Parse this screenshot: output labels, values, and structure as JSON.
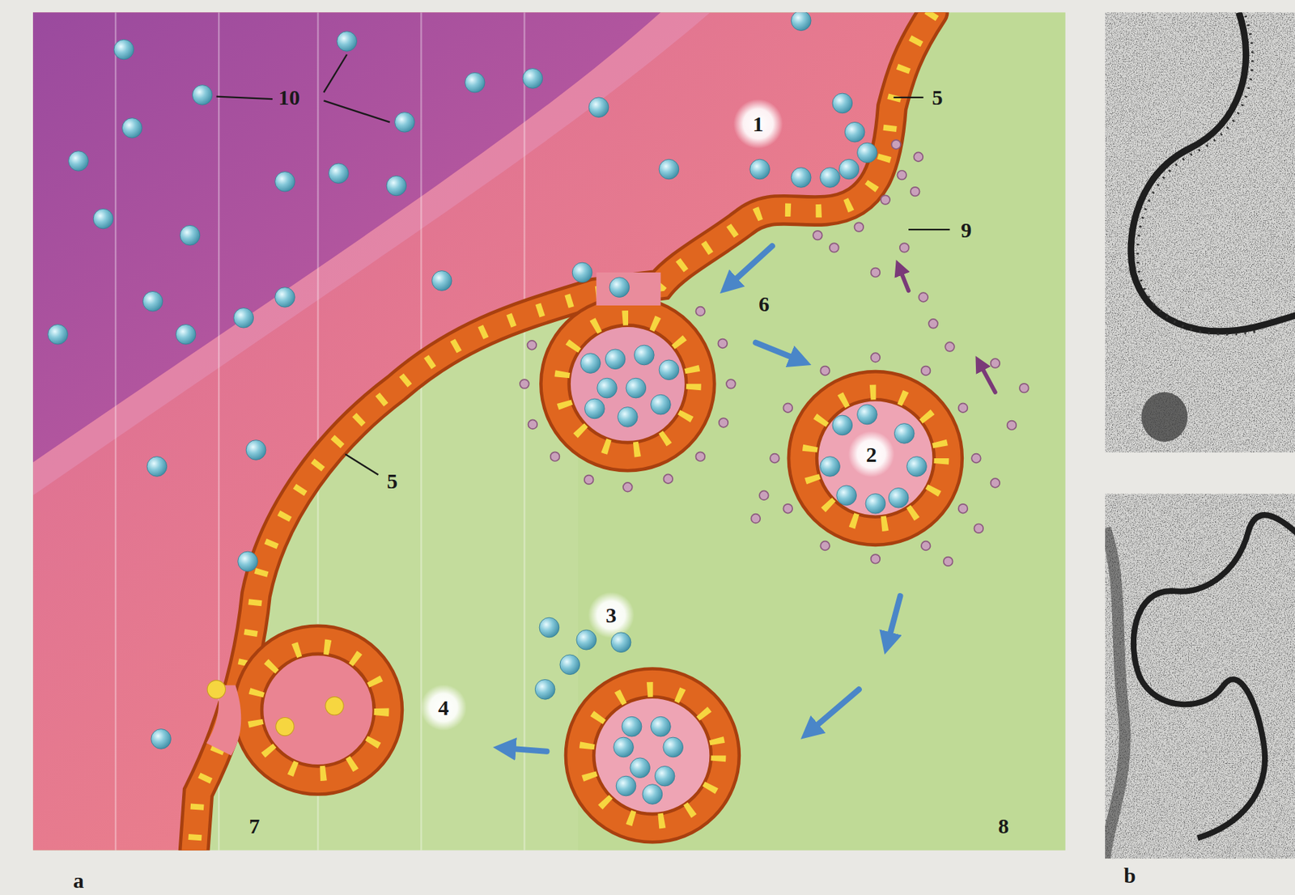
{
  "diagram": {
    "labels": [
      "10",
      "1",
      "5",
      "9",
      "6",
      "2",
      "5",
      "3",
      "4",
      "7",
      "8",
      "a",
      "b"
    ]
  }
}
